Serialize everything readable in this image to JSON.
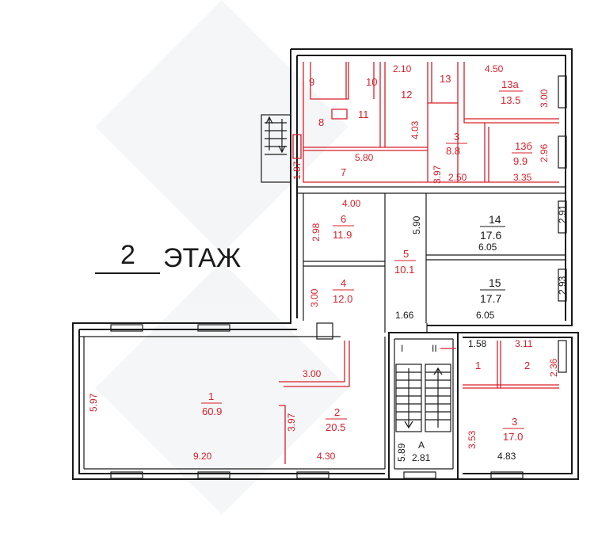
{
  "floor": {
    "number": "2",
    "label": "ЭТАЖ"
  },
  "colors": {
    "walls": "#1a1a1a",
    "annotations": "#d91f2b"
  },
  "rooms": [
    {
      "id": "1",
      "area": "60.9"
    },
    {
      "id": "2",
      "area": "20.5"
    },
    {
      "id": "3",
      "area": "8.8"
    },
    {
      "id": "4",
      "area": "12.0"
    },
    {
      "id": "5",
      "area": "10.1"
    },
    {
      "id": "6",
      "area": "11.9"
    },
    {
      "id": "7"
    },
    {
      "id": "8"
    },
    {
      "id": "9"
    },
    {
      "id": "10"
    },
    {
      "id": "11"
    },
    {
      "id": "12"
    },
    {
      "id": "13"
    },
    {
      "id": "13а",
      "area": "13.5"
    },
    {
      "id": "13б",
      "area": "9.9"
    },
    {
      "id": "14",
      "area": "17.6"
    },
    {
      "id": "15",
      "area": "17.7"
    },
    {
      "id": "1",
      "area": "",
      "note": "stair-side room 1"
    },
    {
      "id": "2",
      "area": "",
      "note": "stair-side room 2"
    },
    {
      "id": "3",
      "area": "17.0"
    }
  ],
  "dims": {
    "d_210": "2.10",
    "d_450": "4.50",
    "d_300a": "3.00",
    "d_403": "4.03",
    "d_580": "5.80",
    "d_397a": "3.97",
    "d_250": "2.50",
    "d_187": "1.87",
    "d_296": "2.96",
    "d_335": "3.35",
    "d_400": "4.00",
    "d_298": "2.98",
    "d_590": "5.90",
    "d_291": "2.91",
    "d_605a": "6.05",
    "d_300b": "3.00",
    "d_293": "2.93",
    "d_605b": "6.05",
    "d_166": "1.66",
    "d_158": "1.58",
    "d_311": "3.11",
    "d_236": "2.36",
    "d_597": "5.97",
    "d_920": "9.20",
    "d_300c": "3.00",
    "d_397b": "3.97",
    "d_430": "4.30",
    "d_353": "3.53",
    "d_483": "4.83",
    "d_589": "5.89",
    "d_281": "2.81"
  },
  "stairs": {
    "left": "I",
    "right": "II",
    "block": "A"
  }
}
